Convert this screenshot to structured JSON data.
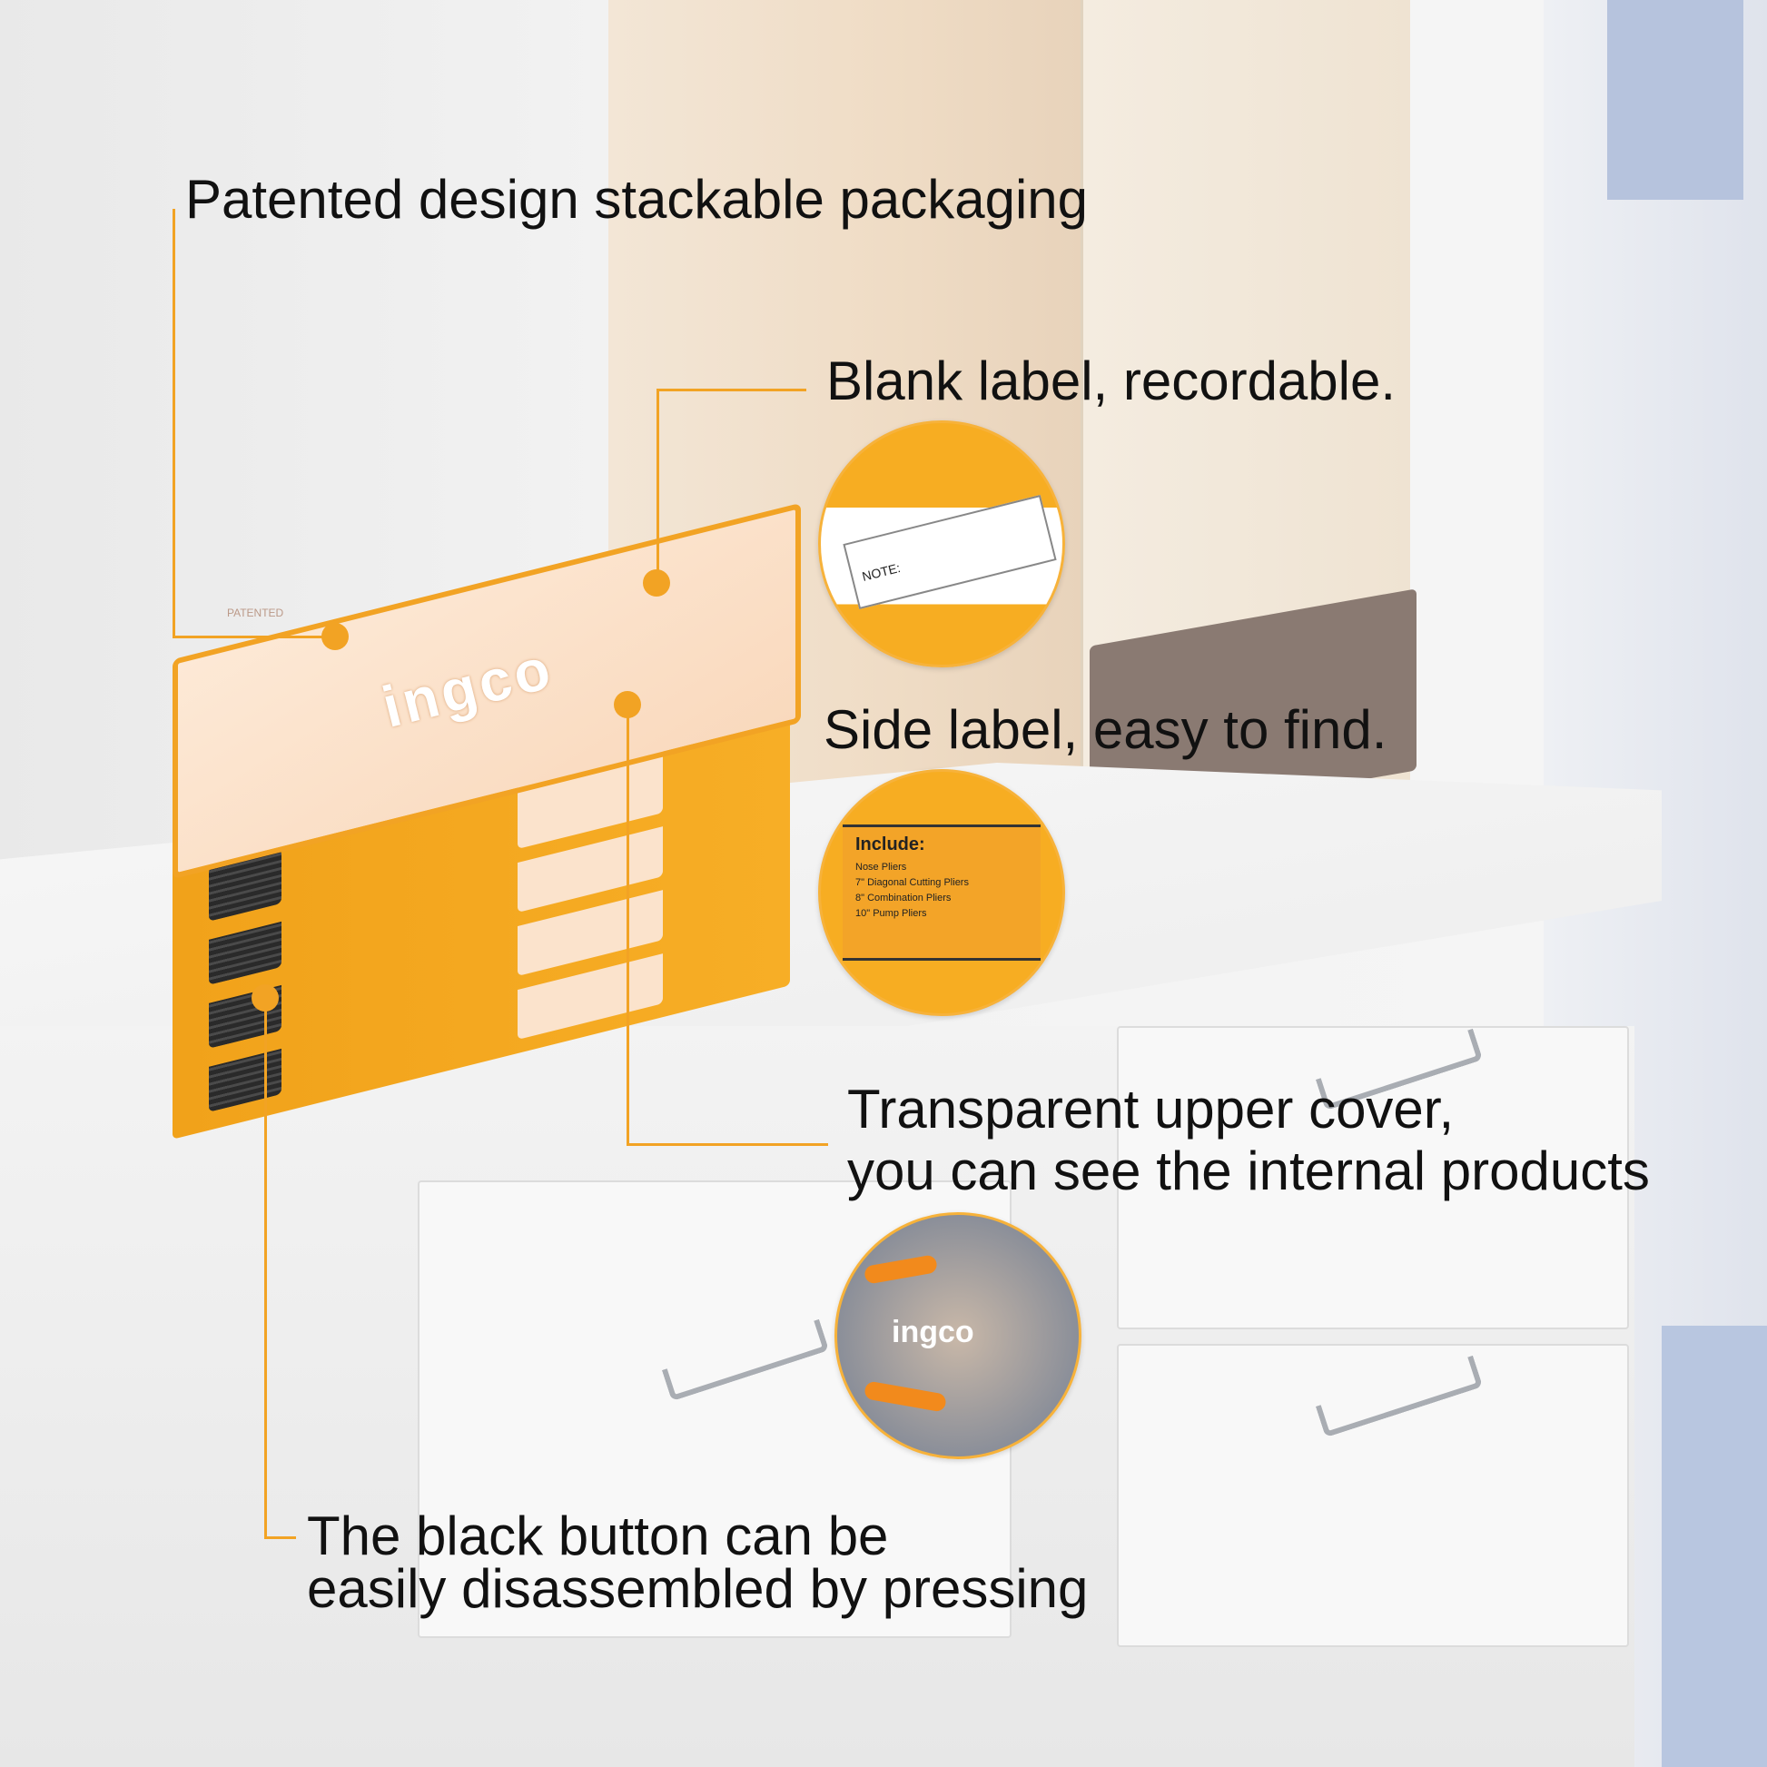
{
  "callouts": {
    "stackable": "Patented design stackable packaging",
    "blank_label": "Blank label, recordable.",
    "side_label": "Side label, easy to find.",
    "transparent_line1": "Transparent upper cover,",
    "transparent_line2": "you can see the internal products",
    "button_line1": "The black button can be",
    "button_line2": "easily disassembled by pressing"
  },
  "product": {
    "brand": "ingco",
    "lid_text": "PATENTED",
    "label_note": "NOTE:",
    "side_label_heading": "Include:",
    "side_label_items": [
      "Nose Pliers",
      "7\" Diagonal Cutting Pliers",
      "8\" Combination Pliers",
      "10\" Pump Pliers"
    ]
  },
  "colors": {
    "accent": "#f2a324",
    "text": "#111111"
  }
}
